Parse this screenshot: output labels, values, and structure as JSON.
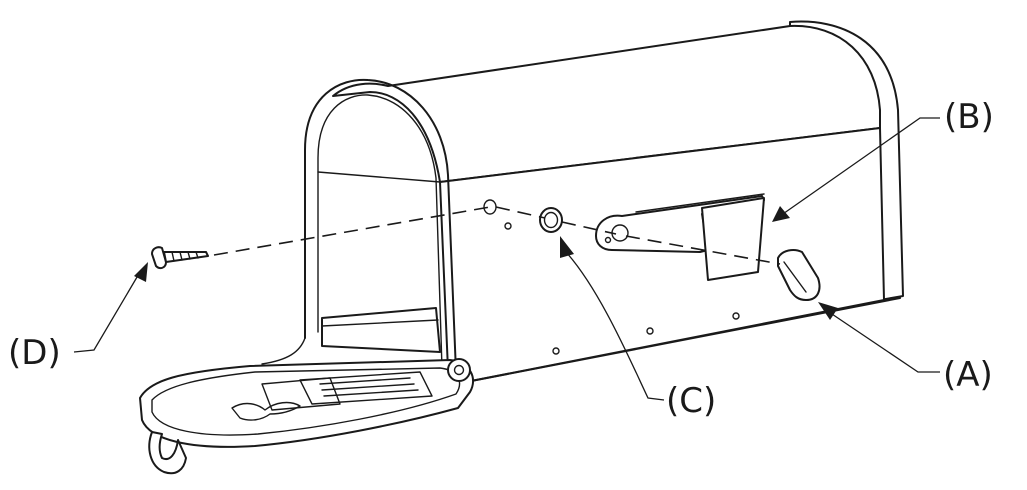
{
  "callouts": {
    "a": "(A)",
    "b": "(B)",
    "c": "(C)",
    "d": "(D)"
  },
  "icons": [
    "mailbox-body",
    "mailbox-door",
    "post-flag",
    "flag-knob",
    "door-latch-screw",
    "mounting-grommet"
  ],
  "colors": {
    "ink": "#1a1a1a",
    "background": "#ffffff"
  }
}
